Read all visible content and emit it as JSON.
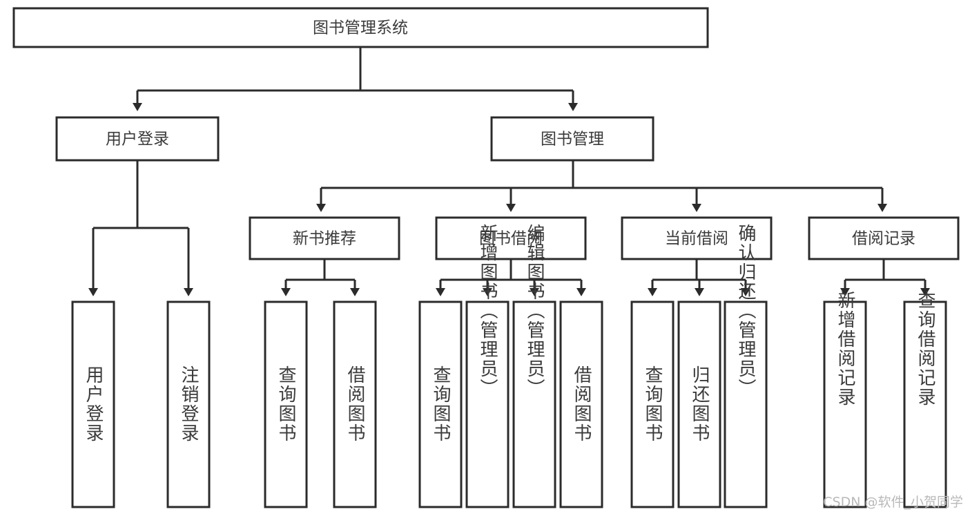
{
  "diagram": {
    "title": "图书管理系统",
    "type": "tree-hierarchy-chart",
    "colors": {
      "box_stroke": "#2b2b2b",
      "box_fill": "#ffffff",
      "text": "#3a3a3a",
      "connector": "#2b2b2b",
      "watermark": "#b9b9b9",
      "background": "#ffffff"
    },
    "root": {
      "label": "图书管理系统"
    },
    "level2": [
      {
        "label": "用户登录"
      },
      {
        "label": "图书管理"
      }
    ],
    "level3": [
      {
        "label": "新书推荐"
      },
      {
        "label": "图书借阅"
      },
      {
        "label": "当前借阅"
      },
      {
        "label": "借阅记录"
      }
    ],
    "leaves": {
      "user_login": [
        {
          "label": "用户登录"
        },
        {
          "label": "注销登录"
        }
      ],
      "new_book_recommend": [
        {
          "label": "查询图书"
        },
        {
          "label": "借阅图书"
        }
      ],
      "book_borrow": [
        {
          "label": "查询图书"
        },
        {
          "label": "新增图书（管理员）"
        },
        {
          "label": "编辑图书（管理员）"
        },
        {
          "label": "借阅图书"
        }
      ],
      "current_borrow": [
        {
          "label": "查询图书"
        },
        {
          "label": "归还图书"
        },
        {
          "label": "确认归还（管理员）"
        }
      ],
      "borrow_record": [
        {
          "label": "新增借阅记录"
        },
        {
          "label": "查询借阅记录"
        }
      ]
    }
  },
  "watermark": {
    "text": "CSDN @软件_小贺同学"
  }
}
